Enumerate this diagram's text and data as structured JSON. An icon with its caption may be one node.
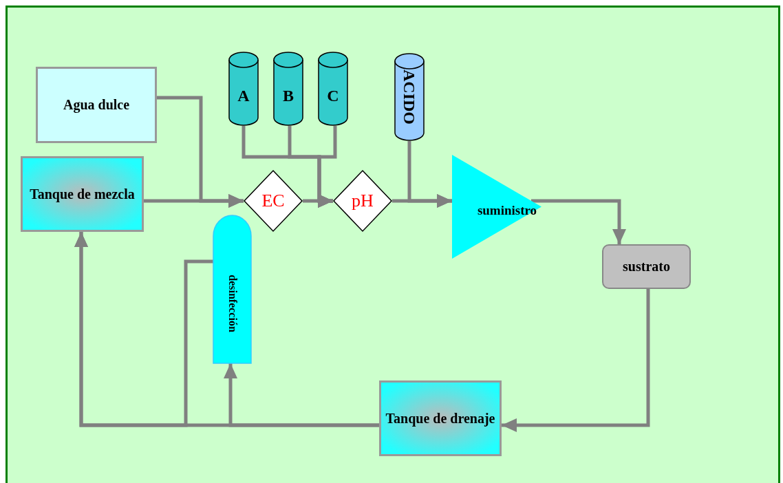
{
  "diagram": {
    "nodes": [
      {
        "text": [
          "Agua dulce"
        ]
      },
      {
        "text": [
          "Tanque de mezcla"
        ]
      },
      {
        "text": [
          "A"
        ]
      },
      {
        "text": [
          "B"
        ]
      },
      {
        "text": [
          "C"
        ]
      },
      {
        "text": [
          "ACIDO"
        ]
      },
      {
        "text": [
          "EC"
        ]
      },
      {
        "text": [
          "pH"
        ]
      },
      {
        "text": [
          "suministro"
        ]
      },
      {
        "text": [
          "sustrato"
        ]
      },
      {
        "text": [
          "desinfección"
        ]
      },
      {
        "text": [
          "Tanque de drenaje"
        ]
      }
    ],
    "edges": [
      {
        "from": 0,
        "to": 6,
        "arrow": "to"
      },
      {
        "from": 1,
        "to": 6,
        "arrow": "to"
      },
      {
        "from": 2,
        "to": 7,
        "arrow": "to"
      },
      {
        "from": 3,
        "to": 7,
        "arrow": "to"
      },
      {
        "from": 4,
        "to": 7,
        "arrow": "to"
      },
      {
        "from": 6,
        "to": 7,
        "arrow": "to"
      },
      {
        "from": 5,
        "to": 8,
        "arrow": "to"
      },
      {
        "from": 7,
        "to": 8,
        "arrow": "to"
      },
      {
        "from": 8,
        "to": 9,
        "arrow": "to"
      },
      {
        "from": 9,
        "to": 11,
        "arrow": "to"
      },
      {
        "from": 11,
        "to": 1,
        "arrow": "to"
      },
      {
        "from": 11,
        "to": 10,
        "arrow": "to"
      },
      {
        "from": 10,
        "to": 1,
        "arrow": "to"
      }
    ]
  }
}
